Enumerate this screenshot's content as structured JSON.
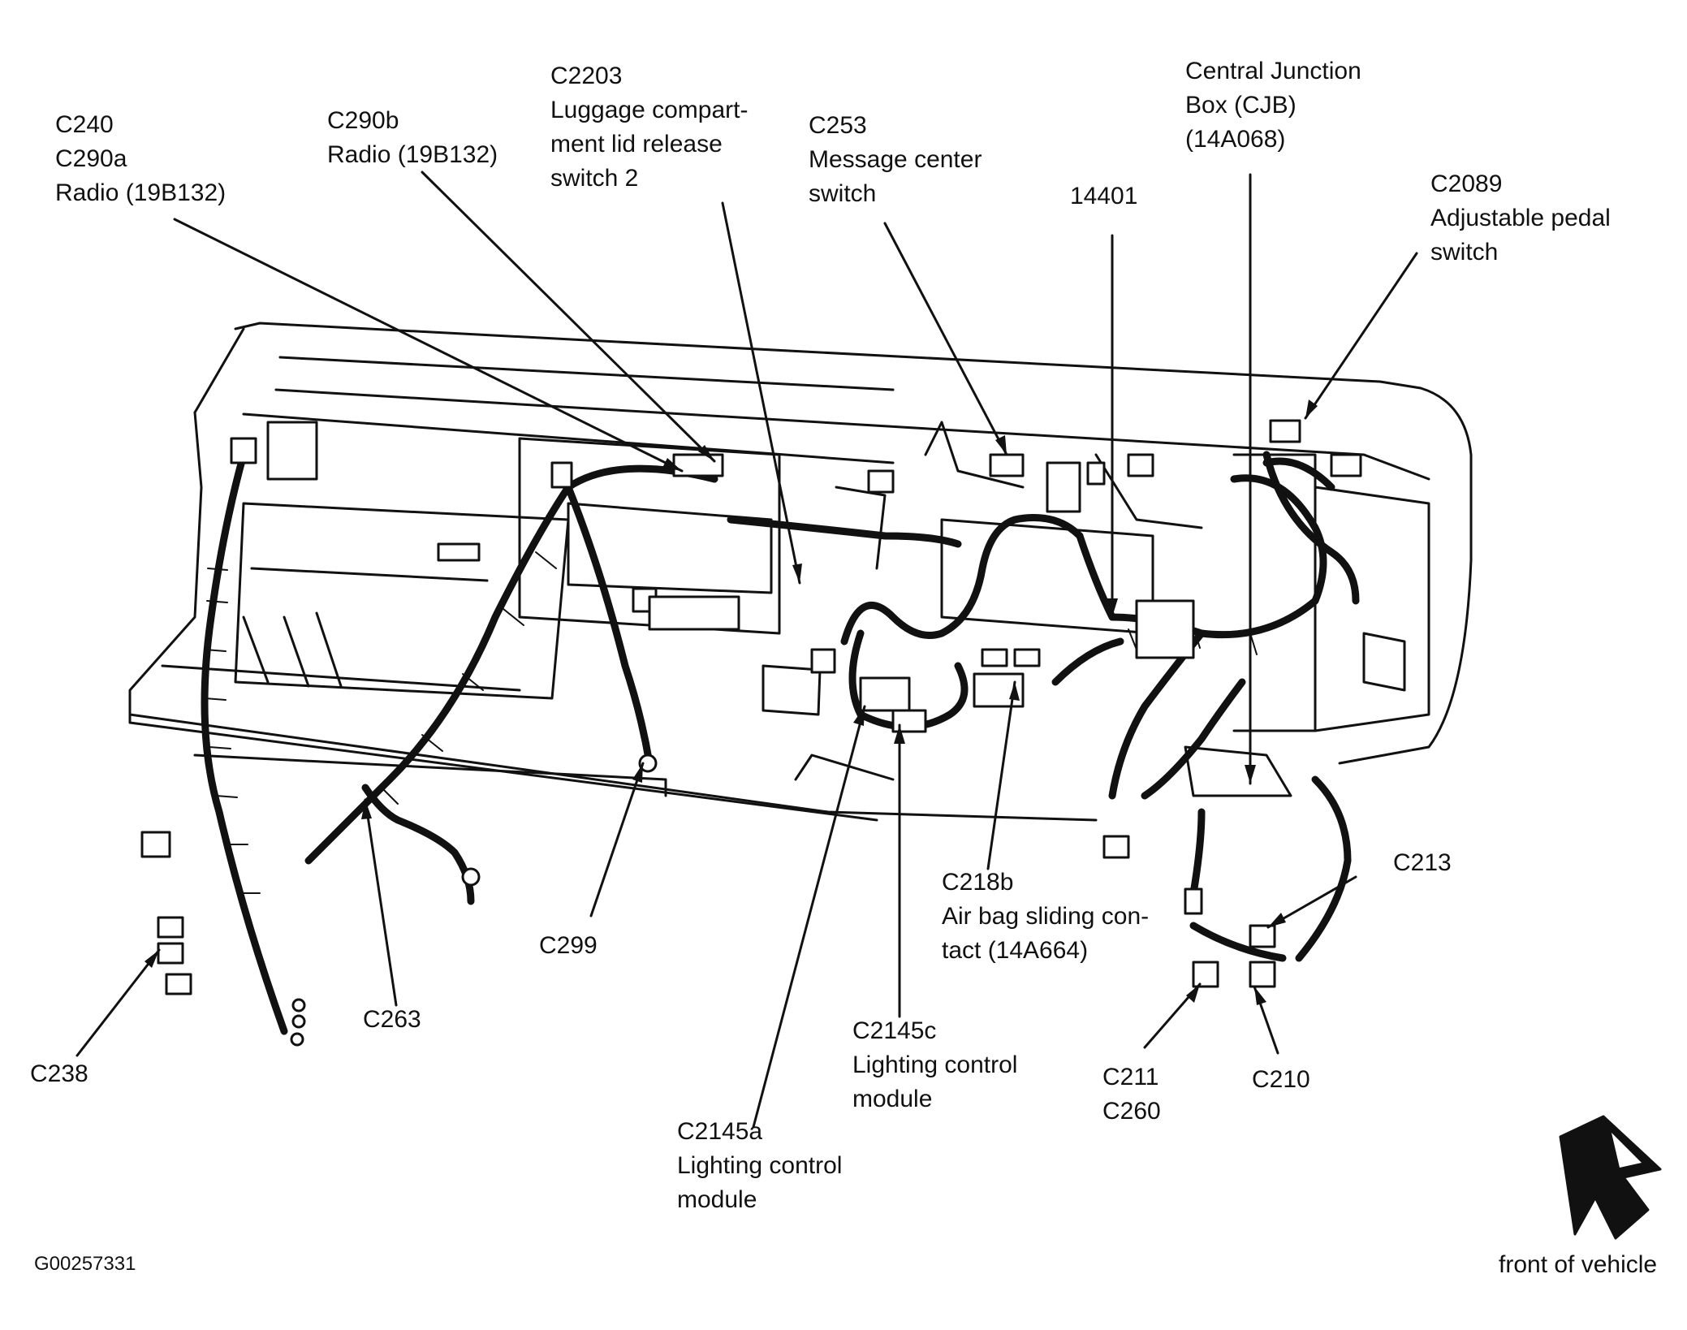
{
  "callouts": {
    "c240": [
      "C240",
      "C290a",
      "Radio (19B132)"
    ],
    "c290b": [
      "C290b",
      "Radio (19B132)"
    ],
    "c2203": [
      "C2203",
      "Luggage compart-",
      "ment lid release",
      "switch 2"
    ],
    "c253": [
      "C253",
      "Message center",
      "switch"
    ],
    "n14401": [
      "14401"
    ],
    "cjb": [
      "Central Junction",
      "Box (CJB)",
      "(14A068)"
    ],
    "c2089": [
      "C2089",
      "Adjustable pedal",
      "switch"
    ],
    "c213": [
      "C213"
    ],
    "c218b": [
      "C218b",
      "Air bag sliding con-",
      "tact (14A664)"
    ],
    "c299": [
      "C299"
    ],
    "c263": [
      "C263"
    ],
    "c238": [
      "C238"
    ],
    "c2145c": [
      "C2145c",
      "Lighting control",
      "module"
    ],
    "c211": [
      "C211",
      "C260"
    ],
    "c210": [
      "C210"
    ],
    "c2145a": [
      "C2145a",
      "Lighting control",
      "module"
    ]
  },
  "figure_id": "G00257331",
  "orientation": {
    "label": "front of vehicle",
    "icon": "front-of-vehicle-arrow-icon"
  },
  "colors": {
    "ink": "#111111",
    "background": "#ffffff"
  }
}
